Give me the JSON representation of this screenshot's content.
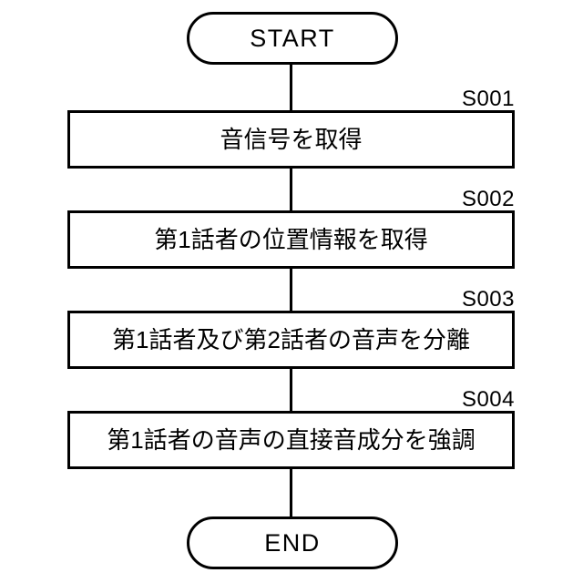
{
  "diagram": {
    "type": "flowchart",
    "orientation": "vertical",
    "line_color": "#000000",
    "background_color": "#ffffff",
    "start": {
      "label": "START",
      "shape": "stadium"
    },
    "end": {
      "label": "END",
      "shape": "stadium"
    },
    "steps": [
      {
        "tag": "S001",
        "label": "音信号を取得",
        "shape": "rectangle"
      },
      {
        "tag": "S002",
        "label": "第1話者の位置情報を取得",
        "shape": "rectangle"
      },
      {
        "tag": "S003",
        "label": "第1話者及び第2話者の音声を分離",
        "shape": "rectangle"
      },
      {
        "tag": "S004",
        "label": "第1話者の音声の直接音成分を強調",
        "shape": "rectangle"
      }
    ],
    "connectors": [
      {
        "from": "START",
        "to": "S001",
        "style": "plain-line"
      },
      {
        "from": "S001",
        "to": "S002",
        "style": "plain-line"
      },
      {
        "from": "S002",
        "to": "S003",
        "style": "plain-line"
      },
      {
        "from": "S003",
        "to": "S004",
        "style": "plain-line"
      },
      {
        "from": "S004",
        "to": "END",
        "style": "plain-line"
      }
    ]
  }
}
